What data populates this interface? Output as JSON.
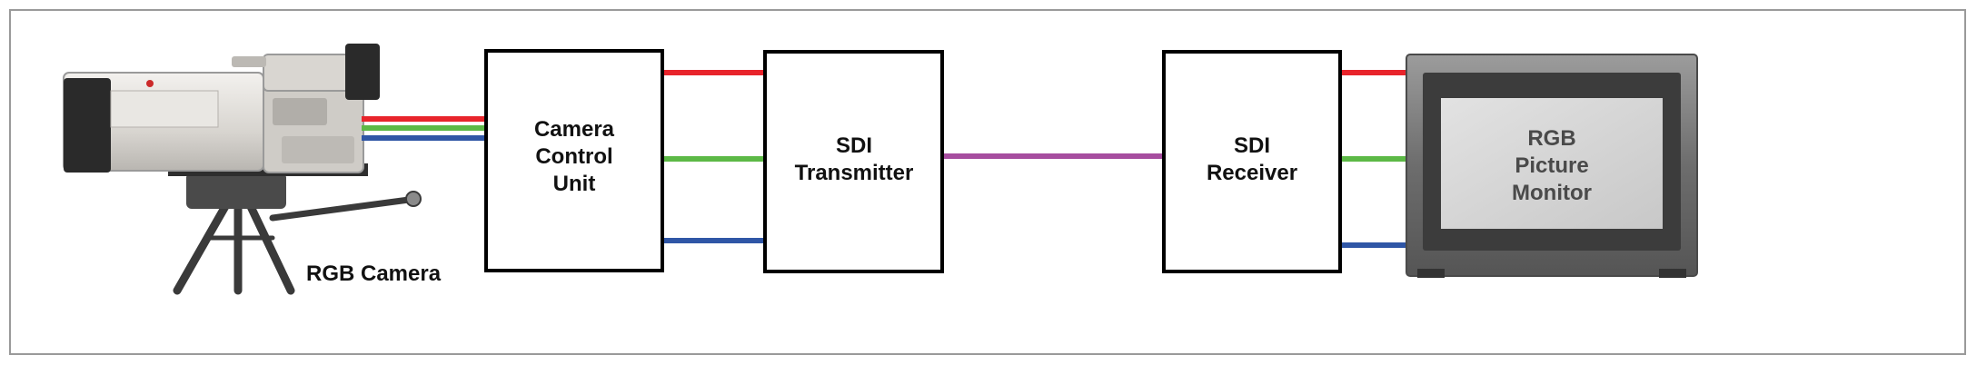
{
  "figure": {
    "camera": {
      "label": "RGB Camera"
    },
    "blocks": [
      {
        "lines": [
          "Camera",
          "Control",
          "Unit"
        ]
      },
      {
        "lines": [
          "SDI",
          "Transmitter"
        ]
      },
      {
        "lines": [
          "SDI",
          "Receiver"
        ]
      }
    ],
    "monitor": {
      "lines": [
        "RGB",
        "Picture",
        "Monitor"
      ]
    }
  },
  "colors": {
    "red": "#e8242b",
    "green": "#5cb946",
    "blue": "#2f56a6",
    "serial": "#a64d9f"
  }
}
